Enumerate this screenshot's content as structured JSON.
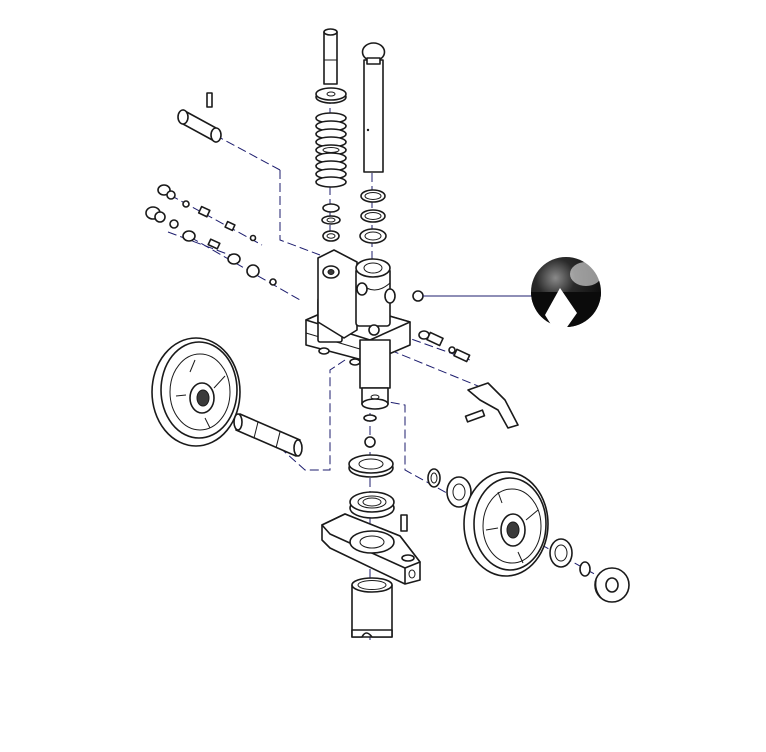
{
  "diagram": {
    "kind": "exploded-assembly",
    "colors": {
      "line": "#1a1a1a",
      "centerline": "#1d1d6e",
      "background": "#ffffff",
      "detail_ball": "#111111"
    },
    "parts": [
      "pump-plunger",
      "spring-retainer-cap",
      "return-spring",
      "piston-rod",
      "rod-seal-set",
      "pump-body",
      "cross-pin",
      "relief-valve-assembly",
      "check-valve-ball",
      "release-lever",
      "steering-wheel-left",
      "wheel-axle",
      "thrust-bearing-upper",
      "thrust-bearing-lower",
      "steering-yoke",
      "yoke-tube",
      "wheel-bearing",
      "steering-wheel-right",
      "hub-cap"
    ],
    "callout_icons": [
      "check-valve-ball-detail-icon"
    ]
  }
}
